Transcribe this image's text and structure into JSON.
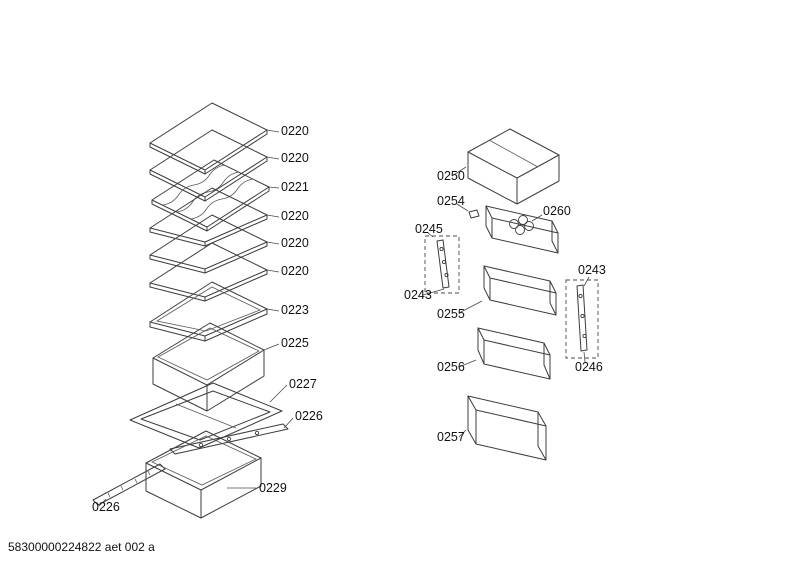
{
  "doc": {
    "footer_code": "58300000224822 aet 002 a"
  },
  "parts": {
    "left": {
      "shelf_1": "0220",
      "shelf_2": "0220",
      "bottle_rack": "0221",
      "shelf_3": "0220",
      "shelf_4": "0220",
      "shelf_5": "0220",
      "glass_shelf": "0223",
      "crisper_drawer": "0225",
      "frame": "0227",
      "telescopic_rail": "0226",
      "freezer_drawer": "0229",
      "left_rail": "0226"
    },
    "right": {
      "top_box": "0250",
      "bracket": "0254",
      "egg_tray": "0260",
      "rail_left_top": "0245",
      "rail_left_bottom": "0243",
      "bin_upper": "0255",
      "rail_right_top": "0243",
      "rail_right_bottom": "0246",
      "bin_middle": "0256",
      "bin_lower": "0257"
    }
  }
}
